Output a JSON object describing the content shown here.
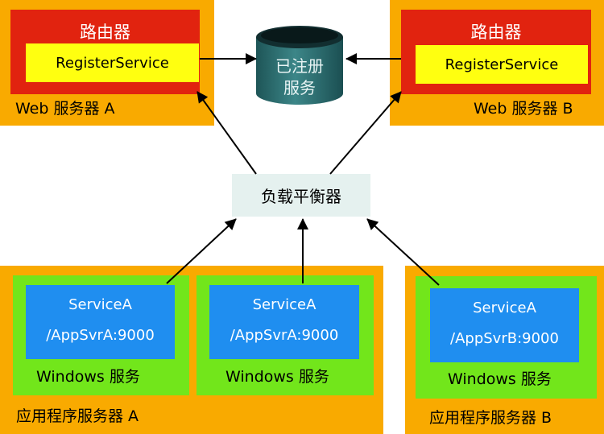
{
  "web_a": {
    "router_title": "路由器",
    "service": "RegisterService",
    "server_label": "Web  服务器  A"
  },
  "web_b": {
    "router_title": "路由器",
    "service": "RegisterService",
    "server_label": "Web  服务器  B"
  },
  "database": {
    "line1": "已注册",
    "line2": "服务"
  },
  "load_balancer": {
    "label": "负载平衡器"
  },
  "app_a": {
    "server_label": "应用程序服务器  A",
    "windows": [
      {
        "service": "ServiceA",
        "path": "/AppSvrA:9000",
        "os": "Windows  服务"
      },
      {
        "service": "ServiceA",
        "path": "/AppSvrA:9000",
        "os": "Windows 服务"
      }
    ]
  },
  "app_b": {
    "server_label": "应用程序服务器  B",
    "window": {
      "service": "ServiceA",
      "path": "/AppSvrB:9000",
      "os": "Windows 服务"
    }
  },
  "colors": {
    "server_orange": "#f9aa00",
    "router_red": "#e1230f",
    "service_yellow": "#ffff10",
    "windows_green": "#72e61b",
    "service_blue": "#1f8ef0",
    "balancer_bg": "#e5f1ef",
    "database_teal": "#2e6e70"
  }
}
